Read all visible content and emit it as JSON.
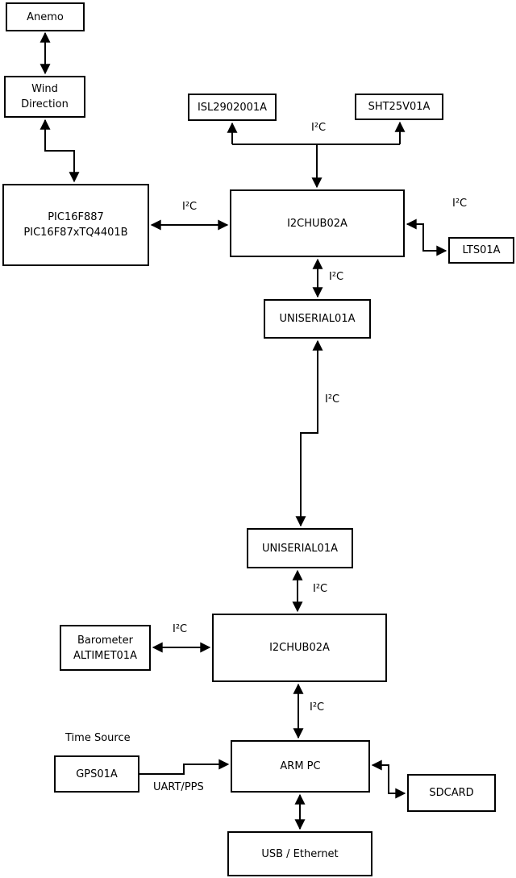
{
  "diagram": {
    "nodes": {
      "anemo": {
        "label": "Anemo"
      },
      "wind_direction": {
        "label": "Wind\nDirection"
      },
      "pic": {
        "label": "PIC16F887\nPIC16F87xTQ4401B"
      },
      "isl": {
        "label": "ISL2902001A"
      },
      "sht": {
        "label": "SHT25V01A"
      },
      "i2chub_top": {
        "label": "I2CHUB02A"
      },
      "lts": {
        "label": "LTS01A"
      },
      "uniserial_top": {
        "label": "UNISERIAL01A"
      },
      "uniserial_bottom": {
        "label": "UNISERIAL01A"
      },
      "i2chub_bottom": {
        "label": "I2CHUB02A"
      },
      "barometer": {
        "label": "Barometer\nALTIMET01A"
      },
      "gps": {
        "label": "GPS01A"
      },
      "arm_pc": {
        "label": "ARM PC"
      },
      "sdcard": {
        "label": "SDCARD"
      },
      "usb_ethernet": {
        "label": "USB / Ethernet"
      }
    },
    "labels": {
      "i2c": "I²C",
      "uart_pps": "UART/PPS",
      "time_source": "Time Source"
    },
    "colors": {
      "line": "#000000",
      "box_fill": "#ffffff",
      "background": "#ffffff"
    }
  }
}
